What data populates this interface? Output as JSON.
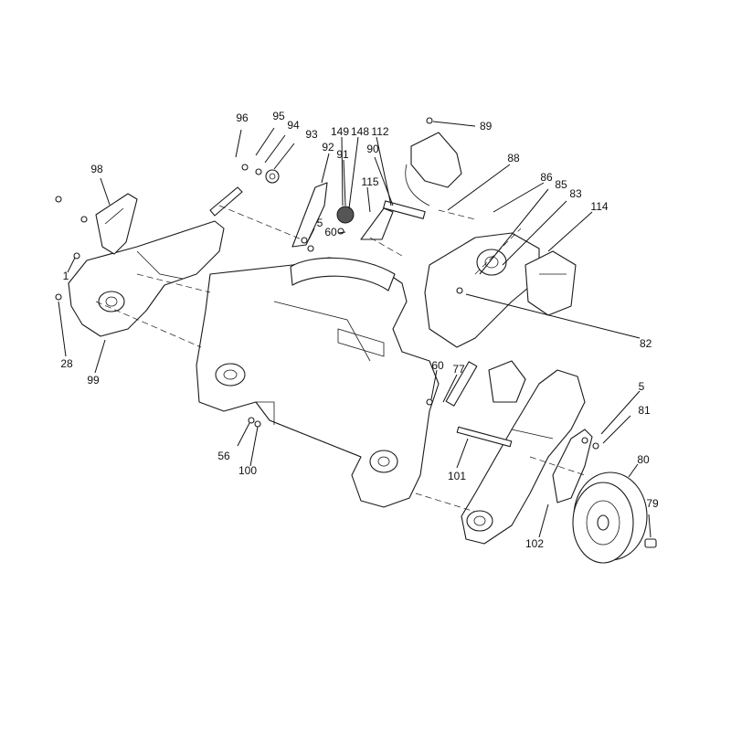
{
  "callouts": {
    "c96": "96",
    "c95": "95",
    "c94": "94",
    "c93": "93",
    "c89": "89",
    "c149": "149",
    "c148": "148",
    "c112": "112",
    "c92": "92",
    "c91": "91",
    "c90": "90",
    "c88": "88",
    "c86": "86",
    "c85": "85",
    "c83": "83",
    "c115": "115",
    "c114": "114",
    "c98": "98",
    "c5a": "5",
    "c60a": "60",
    "c1": "1",
    "c28": "28",
    "c99": "99",
    "c82": "82",
    "c60b": "60",
    "c77": "77",
    "c56": "56",
    "c100": "100",
    "c101": "101",
    "c5b": "5",
    "c81": "81",
    "c80": "80",
    "c79": "79",
    "c102": "102"
  }
}
